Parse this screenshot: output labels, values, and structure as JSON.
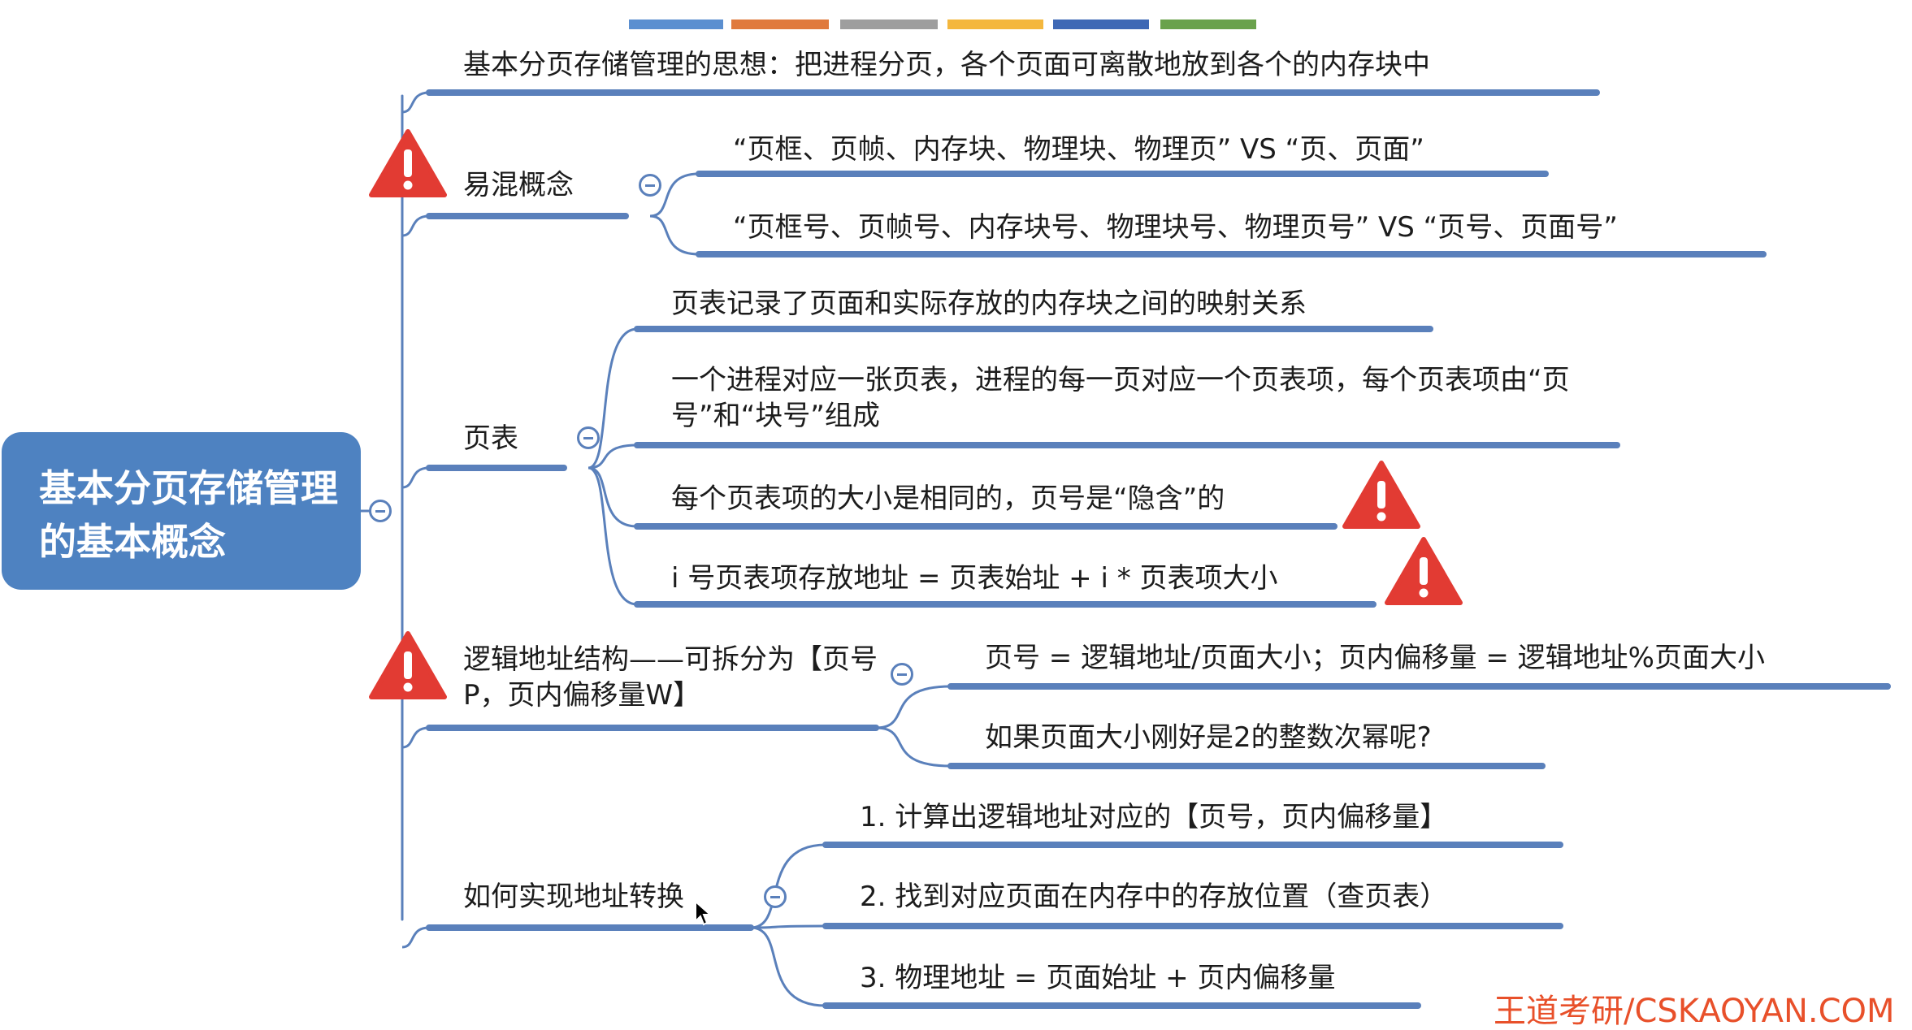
{
  "root": {
    "title": "基本分页存储管理的基本概念"
  },
  "palette": {
    "line": "#5a80bb",
    "root_fill": "#4e82c1",
    "warning": "#e23b33",
    "stripes": [
      "#5b8fd0",
      "#e07a3d",
      "#9e9e9e",
      "#f4b73d",
      "#3e68b5",
      "#6aa24c"
    ]
  },
  "branches": [
    {
      "label": "基本分页存储管理的思想：把进程分页，各个页面可离散地放到各个的内存块中"
    },
    {
      "label": "易混概念",
      "warning": true,
      "children": [
        "“页框、页帧、内存块、物理块、物理页” VS “页、页面”",
        "“页框号、页帧号、内存块号、物理块号、物理页号” VS “页号、页面号”"
      ]
    },
    {
      "label": "页表",
      "children": [
        "页表记录了页面和实际存放的内存块之间的映射关系",
        "一个进程对应一张页表，进程的每一页对应一个页表项，每个页表项由“页号”和“块号”组成",
        "每个页表项的大小是相同的，页号是“隐含”的",
        "i 号页表项存放地址 = 页表始址 + i * 页表项大小"
      ],
      "child_warnings": [
        false,
        false,
        true,
        true
      ]
    },
    {
      "label": "逻辑地址结构——可拆分为【页号P，页内偏移量W】",
      "warning": true,
      "children": [
        "页号 = 逻辑地址/页面大小；页内偏移量 = 逻辑地址%页面大小",
        "如果页面大小刚好是2的整数次幂呢?"
      ]
    },
    {
      "label": "如何实现地址转换",
      "children": [
        "1. 计算出逻辑地址对应的【页号，页内偏移量】",
        "2. 找到对应页面在内存中的存放位置（查页表）",
        "3. 物理地址 = 页面始址 + 页内偏移量"
      ]
    }
  ],
  "watermark": "王道考研/CSKAOYAN.COM",
  "icons": {
    "warning": "warning-triangle-icon",
    "collapse": "collapse-toggle-icon",
    "cursor": "mouse-cursor-icon"
  }
}
